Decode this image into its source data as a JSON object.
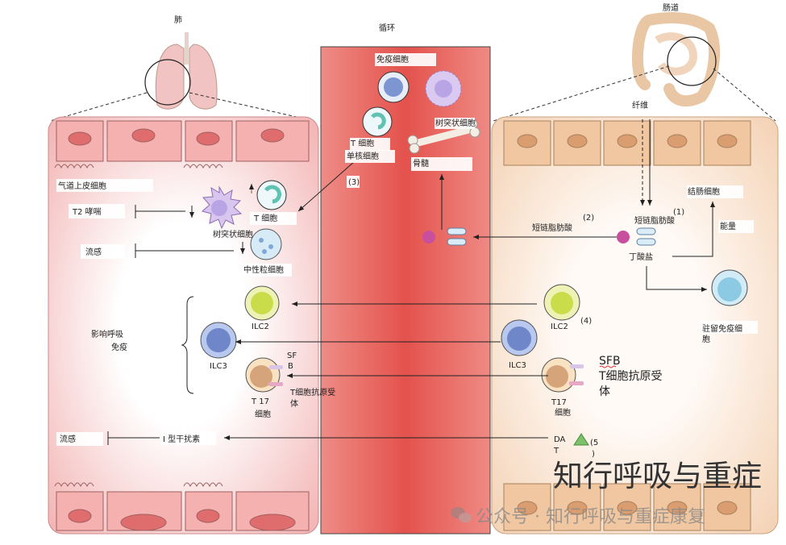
{
  "organs": {
    "lung": "肺",
    "circulation": "循环",
    "gut": "肠道",
    "fiber": "纤维"
  },
  "lung_panel": {
    "airway_epithelium": "气道上皮细胞",
    "t2_asthma": "T2 哮喘",
    "flu_top": "流感",
    "dendritic_cell": "树突状细胞",
    "t_cell": "T 细胞",
    "neutrophil": "中性粒细胞",
    "ilc2": "ILC2",
    "ilc3": "ILC3",
    "affect_line1": "影响呼吸",
    "affect_line2": "免疫",
    "sfb_1": "SF",
    "sfb_2": "B",
    "tcr": "T细胞抗原受",
    "tcr_2": "体",
    "t17_1": "T 17",
    "t17_2": "细胞",
    "flu_bottom": "流感",
    "ifn": "I 型干扰素"
  },
  "vessel": {
    "immune_cells": "免疫细胞",
    "t_cell": "T 细胞",
    "monocyte": "单核细胞",
    "dendritic_cell": "树突状细胞",
    "bone_marrow": "骨髓",
    "step3": "(3)"
  },
  "gut_panel": {
    "scfa_left": "短链脂肪酸",
    "step2": "(2)",
    "scfa": "短链脂肪酸",
    "step1": "(1)",
    "butyrate": "丁酸盐",
    "colonocyte": "结肠细胞",
    "energy": "能量",
    "ilc2": "ILC2",
    "step4": "(4)",
    "resident_1": "驻留免疫细",
    "resident_2": "胞",
    "ilc3": "ILC3",
    "sfb": "SFB",
    "tcr_1": "T细胞抗原受",
    "tcr_2": "体",
    "t17_1": "T17",
    "t17_2": "细胞",
    "dat_1": "DA",
    "dat_2": "T",
    "step5_1": "(5",
    "step5_2": ")"
  },
  "watermarks": {
    "main": "知行呼吸与重症",
    "footer": "公众号 · 知行呼吸与重症康复"
  },
  "colors": {
    "lung": "#f5b9b9",
    "vessel": "#e8615c",
    "gut": "#f6d7bd",
    "ilc2": "#c9dd4a",
    "ilc3": "#6f86c8",
    "t17": "#e8b98a",
    "scfa": "#c84f9d"
  }
}
